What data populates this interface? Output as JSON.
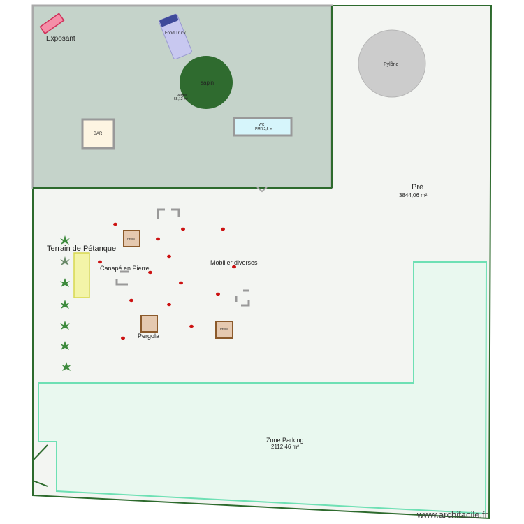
{
  "plan": {
    "labels": {
      "exposant": "Exposant",
      "food_truck": "Food Truck",
      "sapin": "sapin",
      "verger": "Verger",
      "verger_area": "55,12 m²",
      "bar": "BAR",
      "wc": "WC",
      "wc_sub": "PMR 2,5 m",
      "pylone": "Pylône",
      "pre": "Pré",
      "pre_area": "3844,06 m²",
      "petanque": "Terrain de Pétanque",
      "canape": "Canapé en Pierre",
      "mobilier": "Mobilier diverses",
      "pergola": "Pergola",
      "parking": "Zone Parking",
      "parking_area": "2112,46 m²",
      "pergola_tag": "Pergo"
    },
    "colors": {
      "grey_zone": "#c5d3ca",
      "meadow": "#f3f5f2",
      "parking_border": "#6ee0b4",
      "outline": "#2d6a2d",
      "tree": "#2f6b2f",
      "pylone": "#cccccc",
      "exposant": "#f58fa8",
      "food_truck": "#c8c8f0",
      "petanque": "#f3f4a8",
      "pergola": "#8b5a2b",
      "seat": "#cc1111"
    }
  },
  "watermark": "www.archifacile.fr"
}
